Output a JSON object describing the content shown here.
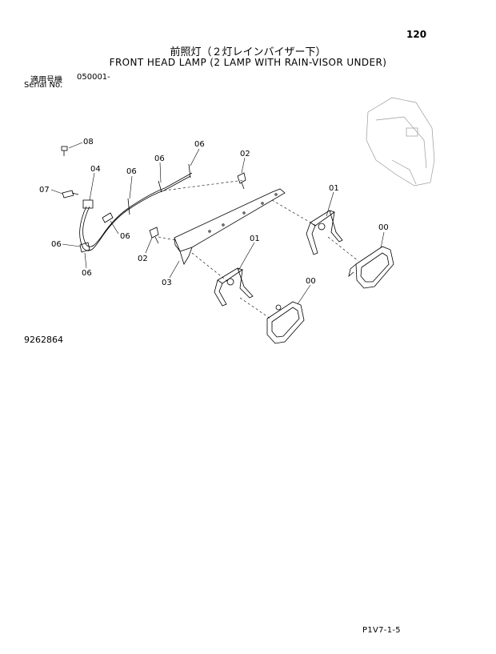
{
  "page": {
    "number": "120",
    "footer_code": "P1V7-1-5"
  },
  "titles": {
    "jp": "前照灯（２灯レインバイザー下）",
    "en": "FRONT HEAD LAMP (2 LAMP WITH RAIN-VISOR UNDER)"
  },
  "serial": {
    "label_jp": "適用号機",
    "value": "050001-",
    "label_en": "Serial No."
  },
  "figure": {
    "number": "9262864"
  },
  "callouts": [
    "08",
    "04",
    "07",
    "06",
    "06",
    "06",
    "06",
    "06",
    "06",
    "02",
    "02",
    "03",
    "01",
    "01",
    "00",
    "00"
  ]
}
